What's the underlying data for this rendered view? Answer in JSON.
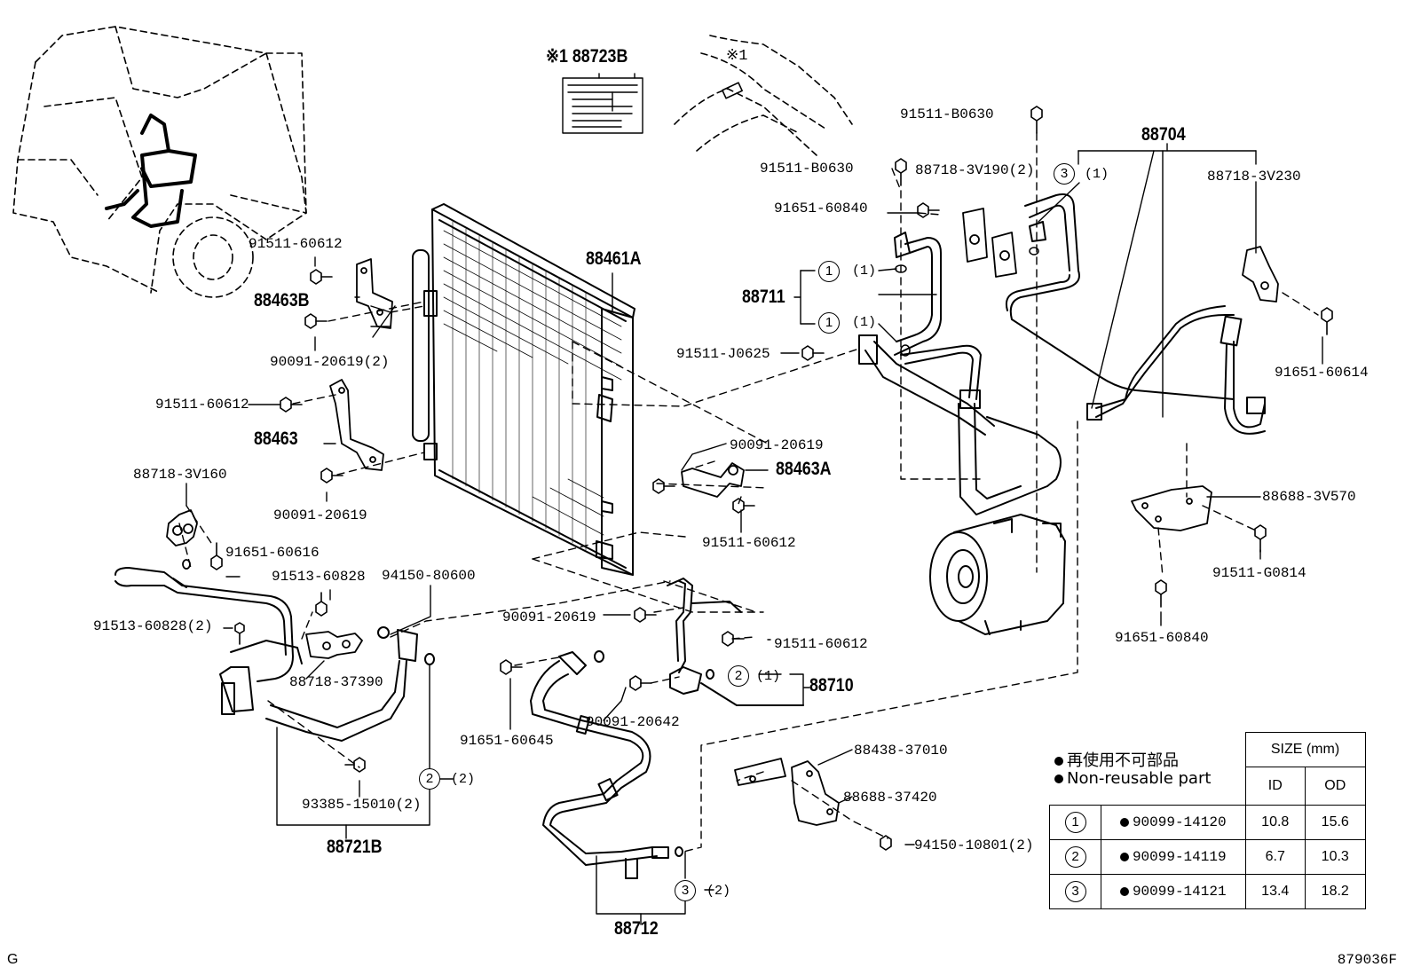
{
  "labels": {
    "p88723B": "※1 88723B",
    "star1": "※1",
    "p88704": "88704",
    "p91511_B0630_a": "91511-B0630",
    "p91511_B0630_b": "91511-B0630",
    "p88718_3V190": "88718-3V190(2)",
    "p88718_3V230": "88718-3V230",
    "p91651_60840_a": "91651-60840",
    "p88711": "88711",
    "p91511_J0625": "91511-J0625",
    "p91651_60614": "91651-60614",
    "p91511_60612_a": "91511-60612",
    "p88463B": "88463B",
    "p90091_20619_2": "90091-20619(2)",
    "p88461A": "88461A",
    "p91511_60612_b": "91511-60612",
    "p88463": "88463",
    "p90091_20619_a": "90091-20619",
    "p90091_20619_b": "90091-20619",
    "p88463A": "88463A",
    "p88718_3V160": "88718-3V160",
    "p91511_60612_c": "91511-60612",
    "p88688_3V570": "88688-3V570",
    "p91651_60616": "91651-60616",
    "p91511_G0814": "91511-G0814",
    "p91513_60828": "91513-60828",
    "p94150_80600": "94150-80600",
    "p91513_60828_2": "91513-60828(2)",
    "p90091_20619_c": "90091-20619",
    "p91511_60612_d": "91511-60612",
    "p91651_60840_b": "91651-60840",
    "p88718_37390": "88718-37390",
    "p88710": "88710",
    "p91651_60645": "91651-60645",
    "p90091_20642": "90091-20642",
    "p88438_37010": "88438-37010",
    "p88688_37420": "88688-37420",
    "p93385_15010": "93385-15010(2)",
    "p94150_10801": "94150-10801(2)",
    "p88721B": "88721B",
    "p88712": "88712"
  },
  "oring_refs": {
    "c1a": {
      "num": "1",
      "qty": "(1)"
    },
    "c1b": {
      "num": "1",
      "qty": "(1)"
    },
    "c2a": {
      "num": "2",
      "qty": "(1)"
    },
    "c2b": {
      "num": "2",
      "qty": "(2)"
    },
    "c3a": {
      "num": "3",
      "qty": "(1)"
    },
    "c3b": {
      "num": "3",
      "qty": "(2)"
    }
  },
  "legend": {
    "jp_note": "再使用不可部品",
    "en_note": "Non-reusable part",
    "size_header": "SIZE (mm)",
    "id_header": "ID",
    "od_header": "OD",
    "rows": [
      {
        "ref": "1",
        "part": "90099-14120",
        "id": "10.8",
        "od": "15.6"
      },
      {
        "ref": "2",
        "part": "90099-14119",
        "id": "6.7",
        "od": "10.3"
      },
      {
        "ref": "3",
        "part": "90099-14121",
        "id": "13.4",
        "od": "18.2"
      }
    ]
  },
  "corner": {
    "figure_code": "879036F",
    "letter": "G"
  }
}
